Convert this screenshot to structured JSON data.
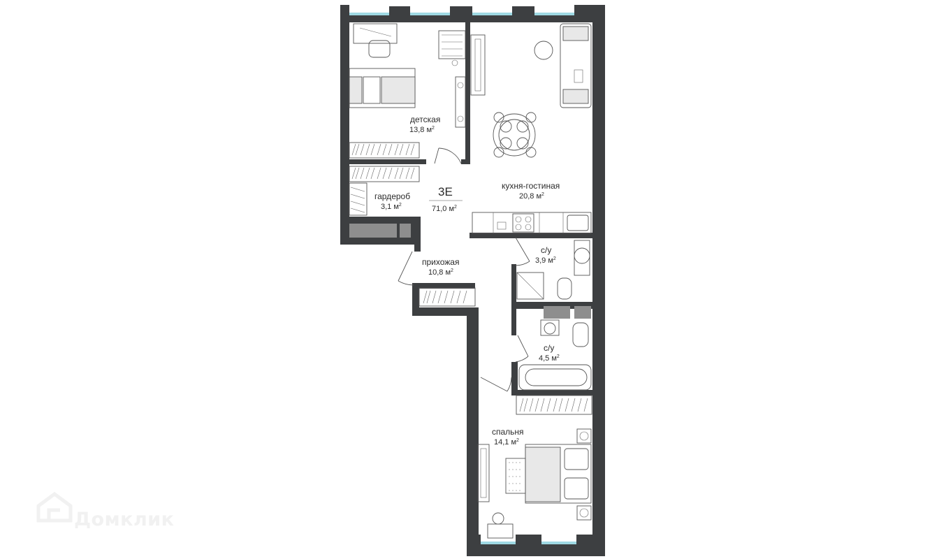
{
  "plan": {
    "apartment_type": "3Е",
    "total_area": "71,0 м",
    "total_area_sup": "2"
  },
  "rooms": {
    "kids": {
      "name": "детская",
      "area": "13,8 м",
      "sup": "2"
    },
    "living": {
      "name": "кухня-гостиная",
      "area": "20,8 м",
      "sup": "2"
    },
    "wardrobe": {
      "name": "гардероб",
      "area": "3,1 м",
      "sup": "2"
    },
    "hall": {
      "name": "прихожая",
      "area": "10,8 м",
      "sup": "2"
    },
    "bath1": {
      "name": "с/у",
      "area": "3,9 м",
      "sup": "2"
    },
    "bath2": {
      "name": "с/у",
      "area": "4,5 м",
      "sup": "2"
    },
    "bedroom": {
      "name": "спальня",
      "area": "14,1 м",
      "sup": "2"
    }
  },
  "watermark": {
    "text": "Домклик",
    "icon": "house-logo-icon"
  },
  "colors": {
    "wall": "#3d3f41",
    "window": "#9fd9e3",
    "text": "#2b2b2b",
    "watermark": "#f1f1f1"
  }
}
